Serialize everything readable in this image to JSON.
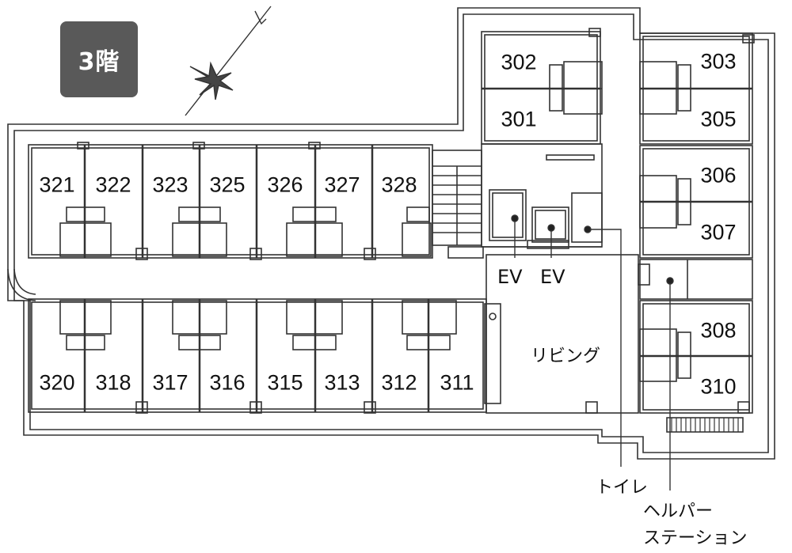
{
  "floor_label": "3階",
  "rooms": {
    "r302": "302",
    "r301": "301",
    "r303": "303",
    "r305": "305",
    "r306": "306",
    "r307": "307",
    "r308": "308",
    "r310": "310",
    "r321": "321",
    "r322": "322",
    "r323": "323",
    "r325": "325",
    "r326": "326",
    "r327": "327",
    "r328": "328",
    "r320": "320",
    "r318": "318",
    "r317": "317",
    "r316": "316",
    "r315": "315",
    "r313": "313",
    "r312": "312",
    "r311": "311"
  },
  "labels": {
    "ev1": "EV",
    "ev2": "EV",
    "living": "リビング",
    "toilet": "トイレ",
    "helper_line1": "ヘルパー",
    "helper_line2": "ステーション"
  },
  "colors": {
    "wall": "#333333",
    "badge": "#595959",
    "fill": "#ffffff"
  }
}
